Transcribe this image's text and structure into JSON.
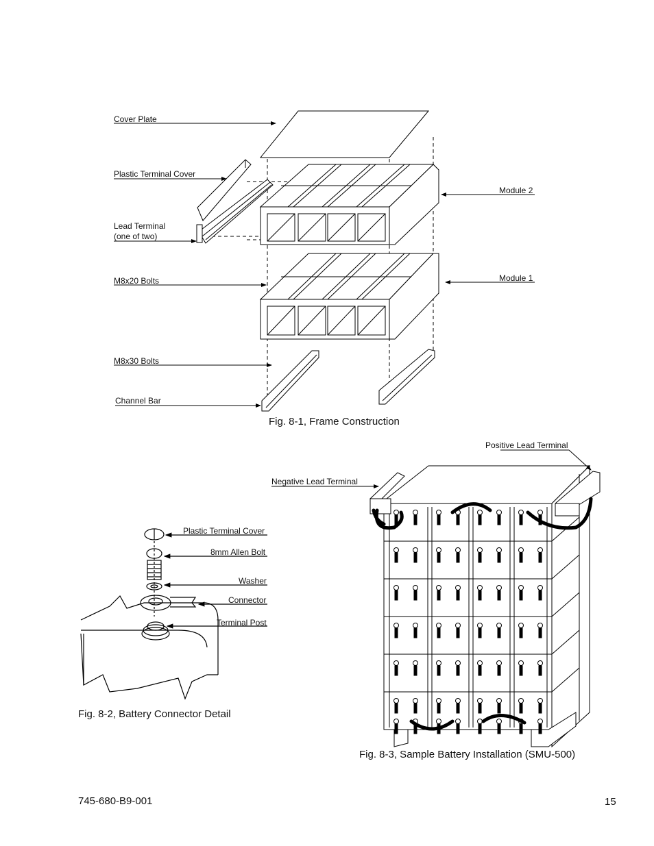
{
  "fig1": {
    "caption": "Fig. 8-1, Frame Construction",
    "labels": {
      "cover_plate": "Cover Plate",
      "plastic_terminal_cover": "Plastic Terminal Cover",
      "lead_terminal_1": "Lead Terminal",
      "lead_terminal_2": "(one of two)",
      "bolts_m8x20": "M8x20 Bolts",
      "bolts_m8x30": "M8x30 Bolts",
      "channel_bar": "Channel Bar",
      "module_2": "Module 2",
      "module_1": "Module 1"
    }
  },
  "fig2": {
    "caption": "Fig. 8-2, Battery Connector Detail",
    "labels": {
      "plastic_terminal_cover": "Plastic Terminal Cover",
      "allen_bolt": "8mm Allen Bolt",
      "washer": "Washer",
      "connector": "Connector",
      "terminal_post": "Terminal Post"
    }
  },
  "fig3": {
    "caption": "Fig. 8-3, Sample Battery Installation (SMU-500)",
    "labels": {
      "positive_lead_terminal": "Positive Lead Terminal",
      "negative_lead_terminal": "Negative Lead Terminal"
    }
  },
  "footer": {
    "doc_number": "745-680-B9-001",
    "page_number": "15"
  }
}
